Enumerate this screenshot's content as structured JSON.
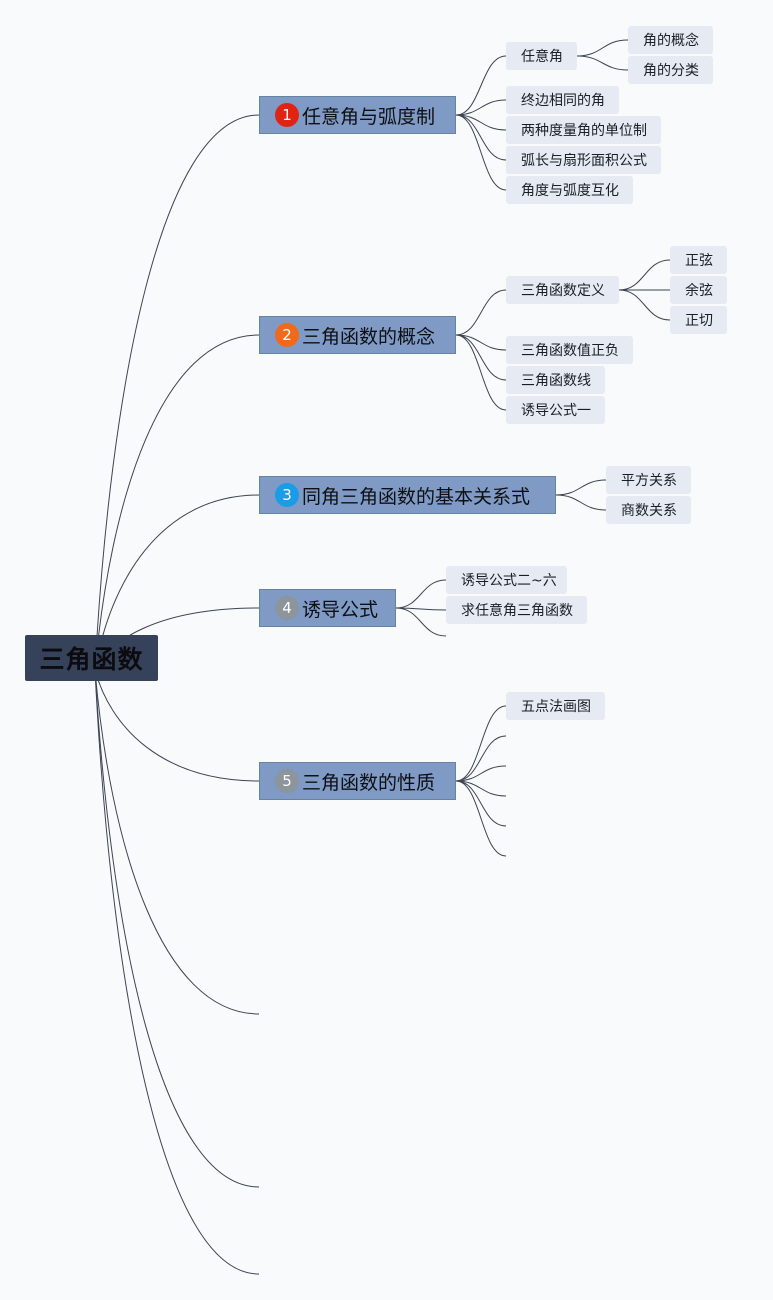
{
  "root": {
    "label": "三角函数"
  },
  "branches": [
    {
      "number": "1",
      "label": "任意角与弧度制",
      "badge_color": "#e02312",
      "children": [
        {
          "label": "任意角",
          "children": [
            {
              "label": "角的概念"
            },
            {
              "label": "角的分类"
            }
          ]
        },
        {
          "label": "终边相同的角"
        },
        {
          "label": "两种度量角的单位制"
        },
        {
          "label": "弧长与扇形面积公式"
        },
        {
          "label": "角度与弧度互化"
        }
      ]
    },
    {
      "number": "2",
      "label": "三角函数的概念",
      "badge_color": "#f06a1c",
      "children": [
        {
          "label": "三角函数定义",
          "children": [
            {
              "label": "正弦"
            },
            {
              "label": "余弦"
            },
            {
              "label": "正切"
            }
          ]
        },
        {
          "label": "三角函数值正负"
        },
        {
          "label": "三角函数线"
        },
        {
          "label": "诱导公式一"
        }
      ]
    },
    {
      "number": "3",
      "label": "同角三角函数的基本关系式",
      "badge_color": "#1a9ce6",
      "children": [
        {
          "label": "平方关系"
        },
        {
          "label": "商数关系"
        }
      ]
    },
    {
      "number": "4",
      "label": "诱导公式",
      "badge_color": "#8c949c",
      "children": [
        {
          "label": "诱导公式二~六"
        },
        {
          "label": "求任意角三角函数"
        }
      ]
    },
    {
      "number": "5",
      "label": "三角函数的性质",
      "badge_color": "#8c949c",
      "children": [
        {
          "label": "五点法画图"
        }
      ]
    }
  ]
}
